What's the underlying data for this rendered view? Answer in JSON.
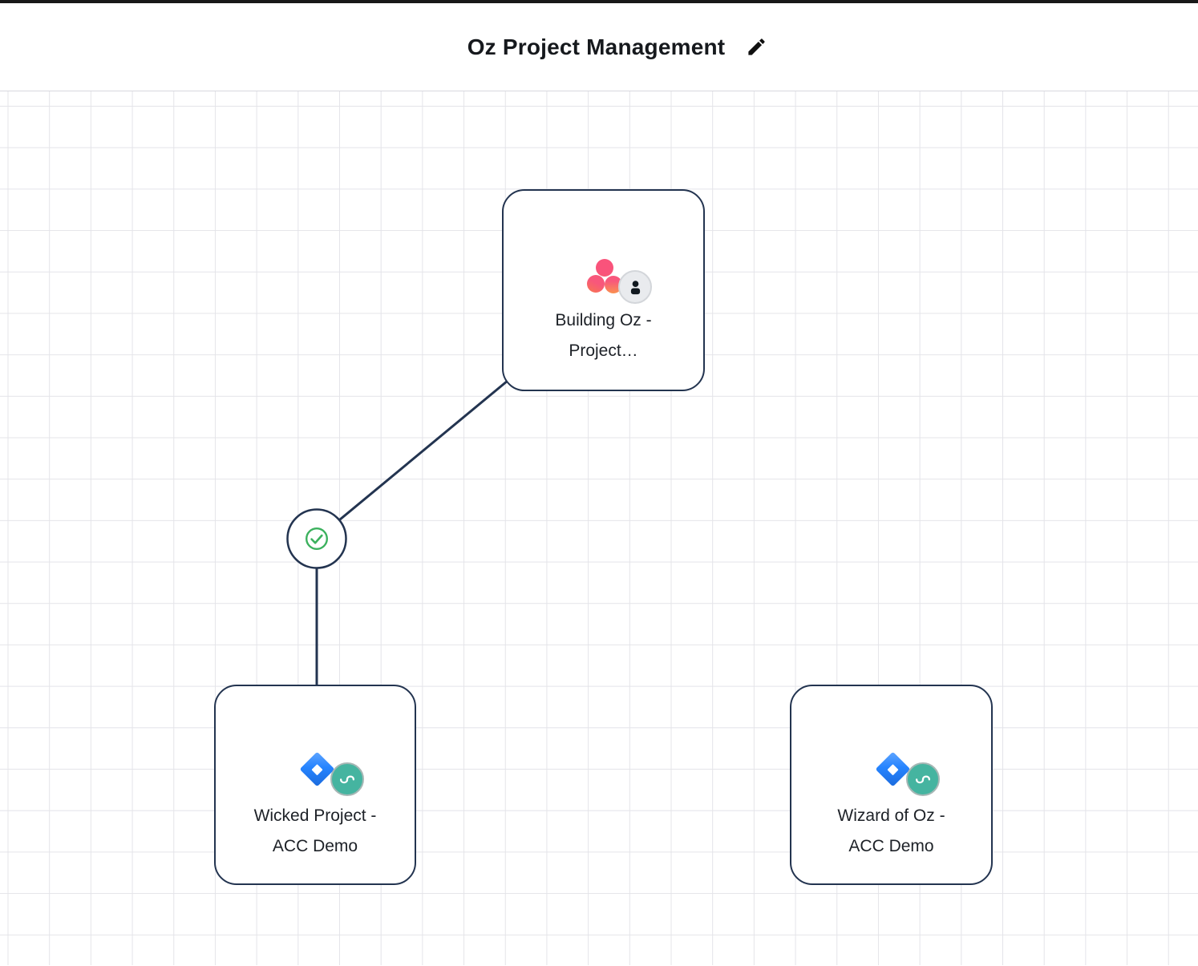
{
  "header": {
    "title": "Oz Project Management",
    "edit_icon": "pencil-icon"
  },
  "canvas": {
    "nodes": [
      {
        "id": "building-oz",
        "app_icon": "asana-icon",
        "badge_icon": "user-avatar-icon",
        "label_line1": "Building Oz -",
        "label_line2": "Project…"
      },
      {
        "id": "wicked-project",
        "app_icon": "jira-icon",
        "badge_icon": "unito-sync-icon",
        "label_line1": "Wicked Project -",
        "label_line2": "ACC Demo"
      },
      {
        "id": "wizard-of-oz",
        "app_icon": "jira-icon",
        "badge_icon": "unito-sync-icon",
        "label_line1": "Wizard of Oz -",
        "label_line2": "ACC Demo"
      }
    ],
    "connector": {
      "status_icon": "check-circle-icon"
    }
  },
  "colors": {
    "edge_navy": "#233450",
    "check_green": "#3cb15e",
    "asana_pink": "#f8577b",
    "asana_orange": "#fa9150",
    "jira_blue": "#2684ff",
    "unito_teal": "#45b4a0",
    "grid_line": "#e4e4e9",
    "topbar_black": "#181818"
  }
}
